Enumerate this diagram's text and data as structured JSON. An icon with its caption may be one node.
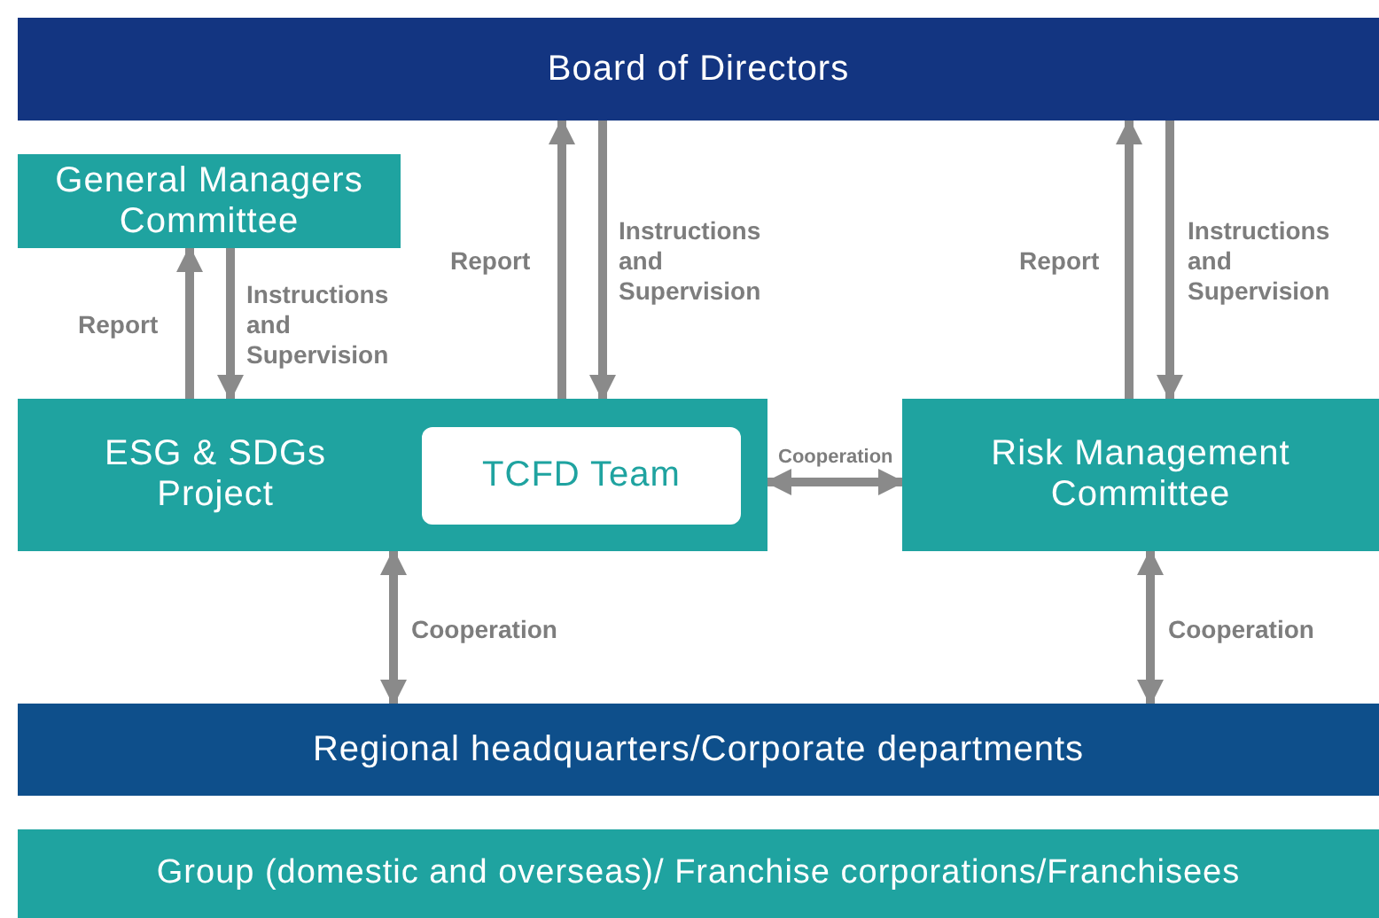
{
  "diagram": {
    "nodes": [
      {
        "text": [
          "Board of Directors"
        ]
      },
      {
        "text": [
          "General Managers Committee"
        ]
      },
      {
        "text": [
          "ESG & SDGs Project"
        ]
      },
      {
        "text": [
          "TCFD Team"
        ],
        "in": 2
      },
      {
        "text": [
          "Risk Management Committee"
        ]
      },
      {
        "text": [
          "Regional headquarters/Corporate departments"
        ]
      },
      {
        "text": [
          "Group (domestic and overseas)/ Franchise corporations/Franchisees"
        ]
      }
    ],
    "edges": [
      {
        "from": 2,
        "to": 1,
        "arrow": "to",
        "label": "Report"
      },
      {
        "from": 1,
        "to": 2,
        "arrow": "to",
        "label": "Instructions and Supervision"
      },
      {
        "from": 2,
        "to": 0,
        "arrow": "to",
        "label": "Report"
      },
      {
        "from": 0,
        "to": 2,
        "arrow": "to",
        "label": "Instructions and Supervision"
      },
      {
        "from": 4,
        "to": 0,
        "arrow": "to",
        "label": "Report"
      },
      {
        "from": 0,
        "to": 4,
        "arrow": "to",
        "label": "Instructions and Supervision"
      },
      {
        "from": 2,
        "to": 4,
        "arrow": "both",
        "label": "Cooperation"
      },
      {
        "from": 2,
        "to": 5,
        "arrow": "both",
        "label": "Cooperation"
      },
      {
        "from": 4,
        "to": 5,
        "arrow": "both",
        "label": "Cooperation"
      }
    ]
  }
}
